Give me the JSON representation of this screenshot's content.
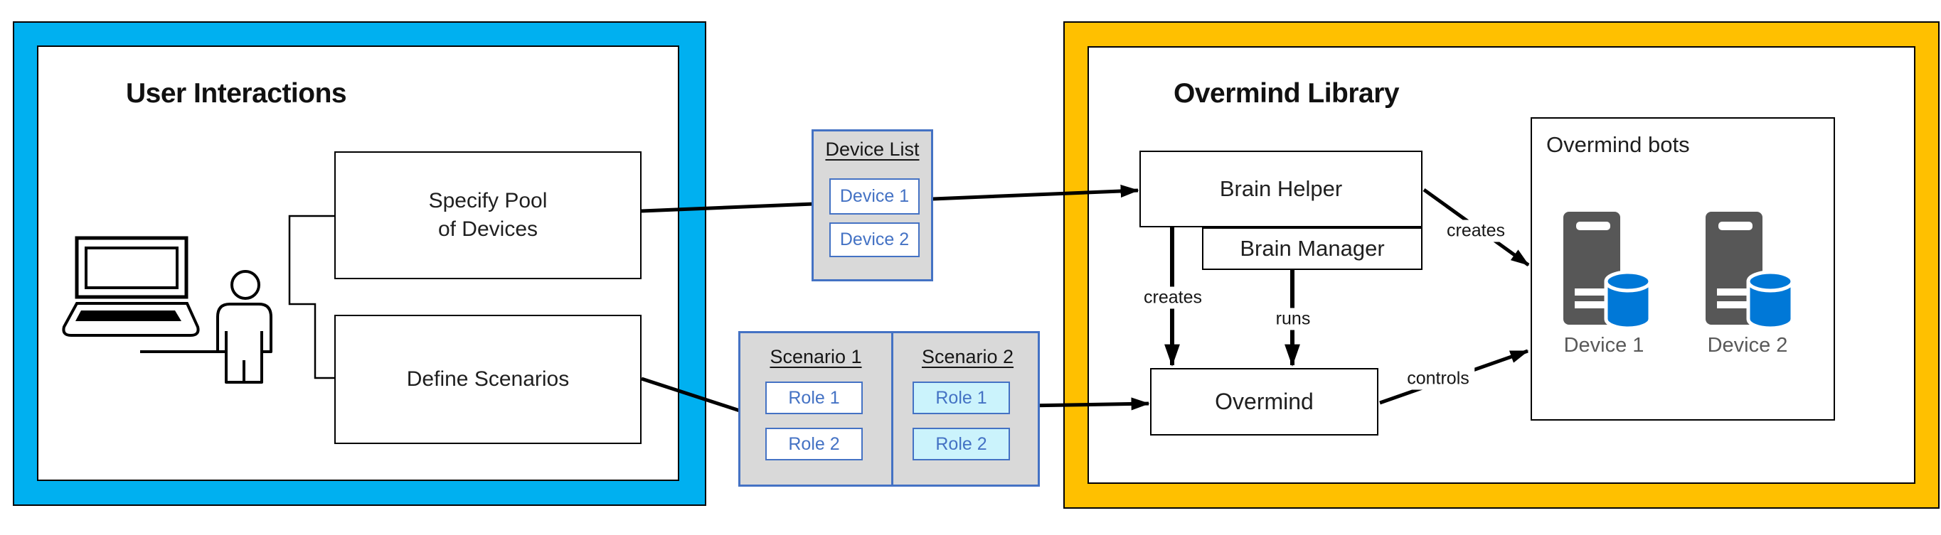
{
  "user_panel": {
    "title": "User Interactions",
    "specify_box": {
      "line1": "Specify Pool",
      "line2": "of Devices"
    },
    "define_box": {
      "label": "Define Scenarios"
    }
  },
  "device_list": {
    "title": "Device List",
    "items": [
      "Device 1",
      "Device 2"
    ]
  },
  "scenarios": [
    {
      "title": "Scenario 1",
      "roles": [
        "Role 1",
        "Role 2"
      ]
    },
    {
      "title": "Scenario 2",
      "roles": [
        "Role 1",
        "Role 2"
      ]
    }
  ],
  "overmind_panel": {
    "title": "Overmind Library",
    "brain_helper": "Brain Helper",
    "brain_manager": "Brain Manager",
    "overmind": "Overmind",
    "bots": {
      "title": "Overmind bots",
      "devices": [
        "Device 1",
        "Device 2"
      ]
    }
  },
  "edges": {
    "helper_creates_overmind": "creates",
    "manager_runs": "runs",
    "helper_creates_bots": "creates",
    "overmind_controls": "controls"
  },
  "colors": {
    "panel_blue": "#00B0F0",
    "panel_orange": "#FFC000",
    "accent_blue": "#4472C4",
    "card_gray": "#D9D9D9",
    "role_cyan": "#CBF3FC",
    "server_gray": "#575757",
    "database_blue": "#0078D7",
    "device_label_gray": "#595959"
  }
}
